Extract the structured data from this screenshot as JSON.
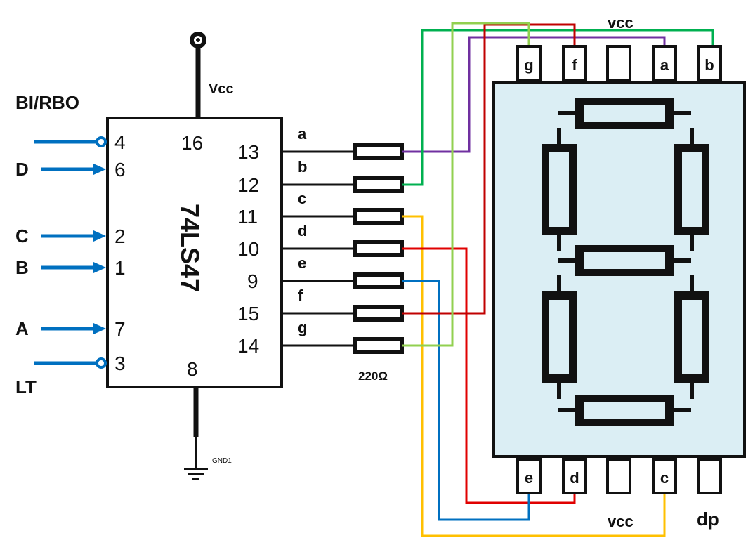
{
  "ic": {
    "name": "74LS47",
    "vcc_label": "Vcc",
    "gnd_label": "GND1",
    "power_pin": "16",
    "ground_pin": "8",
    "inputs": [
      {
        "label": "BI/RBO",
        "pin": "4",
        "type": "inverted"
      },
      {
        "label": "D",
        "pin": "6",
        "type": "arrow"
      },
      {
        "label": "C",
        "pin": "2",
        "type": "arrow"
      },
      {
        "label": "B",
        "pin": "1",
        "type": "arrow"
      },
      {
        "label": "A",
        "pin": "7",
        "type": "arrow"
      },
      {
        "label": "LT",
        "pin": "3",
        "type": "inverted"
      }
    ],
    "outputs": [
      {
        "segment": "a",
        "pin": "13"
      },
      {
        "segment": "b",
        "pin": "12"
      },
      {
        "segment": "c",
        "pin": "11"
      },
      {
        "segment": "d",
        "pin": "10"
      },
      {
        "segment": "e",
        "pin": "9"
      },
      {
        "segment": "f",
        "pin": "15"
      },
      {
        "segment": "g",
        "pin": "14"
      }
    ]
  },
  "resistor_label": "220Ω",
  "display": {
    "top_pins": [
      "g",
      "f",
      "",
      "a",
      "b"
    ],
    "bottom_pins": [
      "e",
      "d",
      "",
      "c",
      "dp"
    ],
    "top_vcc_label": "vcc",
    "bottom_vcc_label": "vcc",
    "dp_label": "dp",
    "body_color": "#dbeef4"
  },
  "wire_colors": {
    "a": "#7030a0",
    "b": "#00b050",
    "c": "#ffc000",
    "d": "#e00000",
    "e": "#0070c0",
    "f": "#c00000",
    "g": "#92d050",
    "input": "#0070c0"
  }
}
